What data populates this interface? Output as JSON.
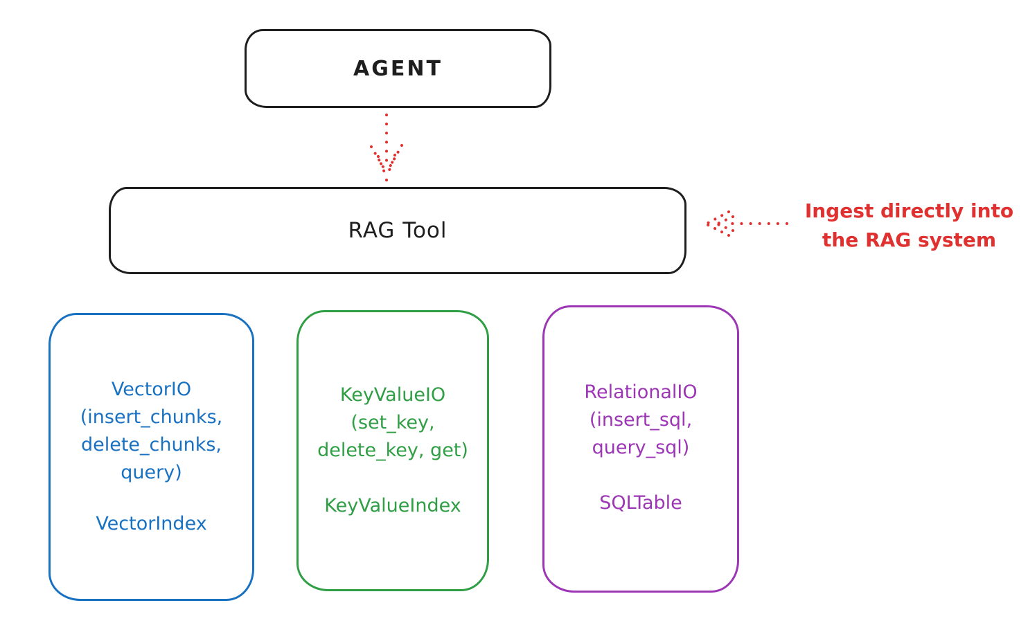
{
  "diagram": {
    "background_color": "#ffffff",
    "stroke_color": "#1e1e1e",
    "accent_red": "#e03131",
    "agent": {
      "label": "AGENT"
    },
    "rag_tool": {
      "label": "RAG Tool"
    },
    "flow_arrow": {
      "from": "AGENT",
      "to": "RAG Tool",
      "color": "#e03131",
      "style": "dotted"
    },
    "annotation": {
      "line1": "Ingest directly into",
      "line2": "the RAG system",
      "color": "#e03131",
      "arrow_style": "dotted",
      "points_to": "RAG Tool"
    },
    "storage_boxes": [
      {
        "id": "vector-io",
        "color": "#1971c2",
        "lines": [
          "VectorIO",
          "(insert_chunks,",
          "delete_chunks,",
          "query)"
        ],
        "index_label": "VectorIndex"
      },
      {
        "id": "key-value-io",
        "color": "#2f9e44",
        "lines": [
          "KeyValueIO",
          "(set_key,",
          "delete_key, get)"
        ],
        "index_label": "KeyValueIndex"
      },
      {
        "id": "relational-io",
        "color": "#9c36b5",
        "lines": [
          "RelationalIO",
          "(insert_sql,",
          "query_sql)"
        ],
        "index_label": "SQLTable"
      }
    ]
  }
}
